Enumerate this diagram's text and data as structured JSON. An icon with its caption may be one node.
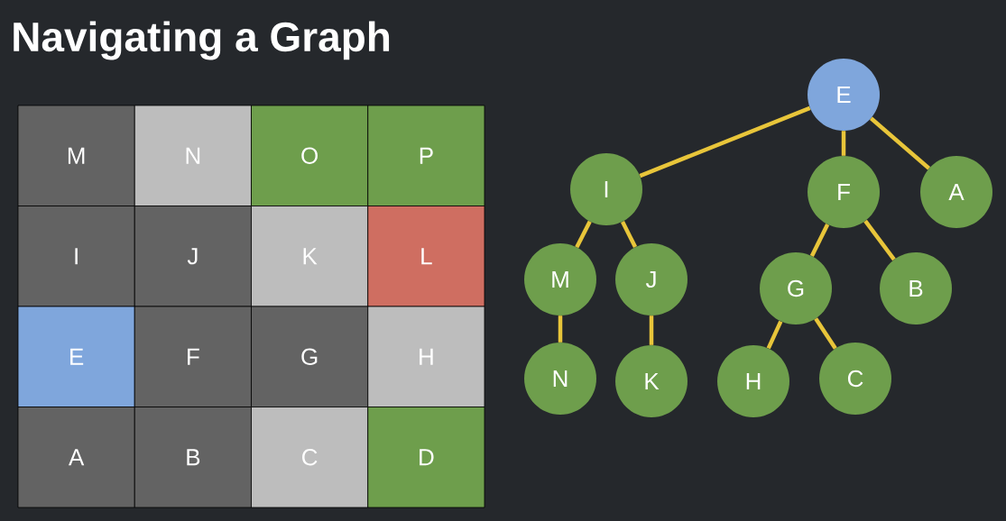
{
  "diagram": {
    "title": "Navigating a Graph",
    "nodes": [
      {
        "text": [
          "M"
        ]
      },
      {
        "text": [
          "N"
        ]
      },
      {
        "text": [
          "O"
        ]
      },
      {
        "text": [
          "P"
        ]
      },
      {
        "text": [
          "I"
        ]
      },
      {
        "text": [
          "J"
        ]
      },
      {
        "text": [
          "K"
        ]
      },
      {
        "text": [
          "L"
        ]
      },
      {
        "text": [
          "E"
        ]
      },
      {
        "text": [
          "F"
        ]
      },
      {
        "text": [
          "G"
        ]
      },
      {
        "text": [
          "H"
        ]
      },
      {
        "text": [
          "A"
        ]
      },
      {
        "text": [
          "B"
        ]
      },
      {
        "text": [
          "C"
        ]
      },
      {
        "text": [
          "D"
        ]
      },
      {
        "text": [
          "E"
        ]
      },
      {
        "text": [
          "I"
        ]
      },
      {
        "text": [
          "F"
        ]
      },
      {
        "text": [
          "A"
        ]
      },
      {
        "text": [
          "M"
        ]
      },
      {
        "text": [
          "J"
        ]
      },
      {
        "text": [
          "G"
        ]
      },
      {
        "text": [
          "B"
        ]
      },
      {
        "text": [
          "N"
        ]
      },
      {
        "text": [
          "K"
        ]
      },
      {
        "text": [
          "H"
        ]
      },
      {
        "text": [
          "C"
        ]
      }
    ],
    "edges": [
      {
        "from": 16,
        "to": 17,
        "arrow": "none"
      },
      {
        "from": 16,
        "to": 18,
        "arrow": "none"
      },
      {
        "from": 16,
        "to": 19,
        "arrow": "none"
      },
      {
        "from": 17,
        "to": 20,
        "arrow": "none"
      },
      {
        "from": 17,
        "to": 21,
        "arrow": "none"
      },
      {
        "from": 18,
        "to": 22,
        "arrow": "none"
      },
      {
        "from": 18,
        "to": 23,
        "arrow": "none"
      },
      {
        "from": 20,
        "to": 24,
        "arrow": "none"
      },
      {
        "from": 21,
        "to": 25,
        "arrow": "none"
      },
      {
        "from": 22,
        "to": 26,
        "arrow": "none"
      },
      {
        "from": 22,
        "to": 27,
        "arrow": "none"
      }
    ]
  }
}
